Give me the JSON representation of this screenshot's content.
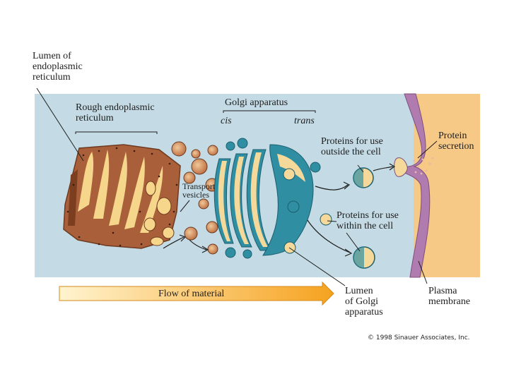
{
  "labels": {
    "lumen_er": "Lumen of\nendoplasmic\nreticulum",
    "rough_er": "Rough endoplasmic\nreticulum",
    "golgi": "Golgi apparatus",
    "cis": "cis",
    "trans": "trans",
    "transport_vesicles": "Transport\nvesicles",
    "proteins_outside": "Proteins for use\noutside the cell",
    "protein_secretion": "Protein\nsecretion",
    "proteins_within": "Proteins for use\nwithin the cell",
    "flow": "Flow of material",
    "lumen_golgi": "Lumen\nof Golgi\napparatus",
    "plasma_membrane": "Plasma\nmembrane"
  },
  "credit": "© 1998 Sinauer Associates, Inc.",
  "colors": {
    "cytoplasm": "#c4dbe5",
    "extracellular": "#f6c987",
    "membrane": "#b07cb0",
    "rough_er": "#a9603a",
    "er_lumen": "#f6d68a",
    "golgi": "#2f8ea2",
    "golgi_lumen": "#f4d99b",
    "arrow_start": "#fff4cf",
    "arrow_end": "#f6a21f"
  }
}
